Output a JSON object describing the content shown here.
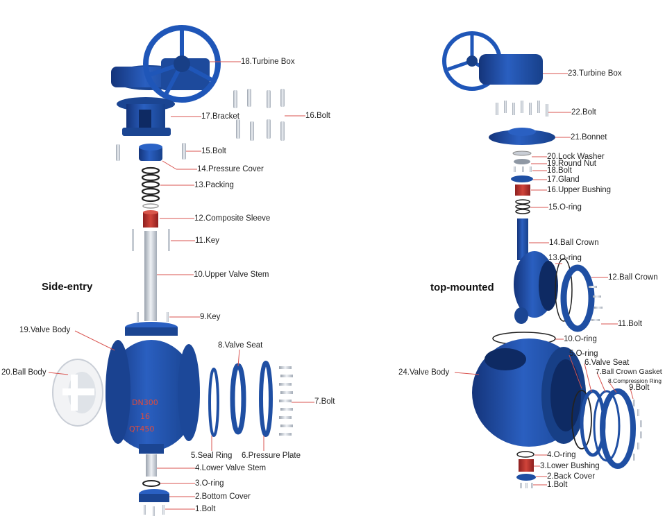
{
  "titles": {
    "left": "Side-entry",
    "right": "top-mounted"
  },
  "colors": {
    "valve_blue": "#1f4fa3",
    "valve_dark": "#163c80",
    "sleeve_red": "#c0392b",
    "leader_red": "#d9534f",
    "steel": "#c9ced6"
  },
  "left_labels": {
    "l18": "18.Turbine Box",
    "l17": "17.Bracket",
    "l16": "16.Bolt",
    "l15": "15.Bolt",
    "l14": "14.Pressure Cover",
    "l13": "13.Packing",
    "l12": "12.Composite Sleeve",
    "l11": "11.Key",
    "l10": "10.Upper Valve Stem",
    "l9": "9.Key",
    "l19": "19.Valve Body",
    "l20": "20.Ball Body",
    "l8": "8.Valve Seat",
    "l7": "7.Bolt",
    "l5": "5.Seal Ring",
    "l6": "6.Pressure Plate",
    "l4": "4.Lower Valve Stem",
    "l3": "3.O-ring",
    "l2": "2.Bottom Cover",
    "l1": "1.Bolt"
  },
  "right_labels": {
    "r23": "23.Turbine Box",
    "r22": "22.Bolt",
    "r21": "21.Bonnet",
    "r20": "20.Lock Washer",
    "r19": "19.Round Nut",
    "r18": "18.Bolt",
    "r17": "17.Gland",
    "r16": "16.Upper Bushing",
    "r15": "15.O-ring",
    "r14": "14.Ball Crown",
    "r13": "13.O-ring",
    "r12": "12.Ball Crown",
    "r11": "11.Bolt",
    "r10": "10.O-ring",
    "r5": "5.O-ring",
    "r6": "6.Valve Seat",
    "r7": "7.Ball Crown Gasket",
    "r8": "8.Compression Ring",
    "r9": "9.Bolt",
    "r24": "24.Valve Body",
    "r4": "4.O-ring",
    "r3": "3.Lower Bushing",
    "r2": "2.Back Cover",
    "r1": "1.Bolt"
  },
  "body_markings": {
    "size": "DN300",
    "pressure": "16",
    "material": "QT450"
  }
}
